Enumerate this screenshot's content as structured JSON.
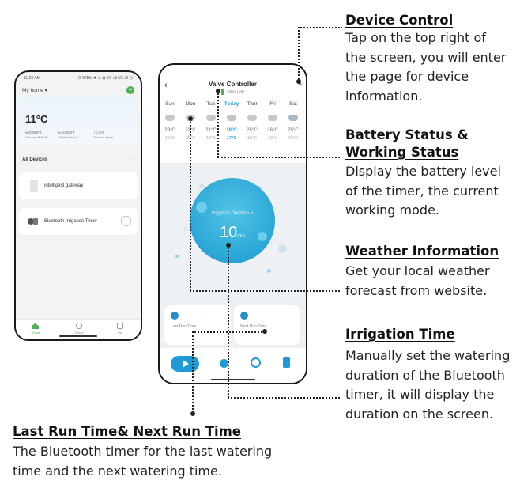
{
  "phone_home": {
    "status_time": "11:23 AM",
    "status_right": "0.4KB/s ✱ ⊙ ⊠ 5G ull 5G ull ⊡",
    "home_label": "My home",
    "weather_temp": "11°C",
    "stats": [
      {
        "value": "Excellent",
        "label": "Outdoor PM2.5"
      },
      {
        "value": "Excellent",
        "label": "Outdoor Air Q..."
      },
      {
        "value": "70.5%",
        "label": "Outdoor Humi..."
      }
    ],
    "all_devices_label": "All Devices",
    "devices": [
      "intelligent gateway",
      "Bluetooth Irrigation Timer"
    ],
    "tabs": [
      "Home",
      "Scene",
      "Me"
    ]
  },
  "phone_valve": {
    "title": "Valve Controller",
    "battery_text": "100%",
    "mode_text": "idle",
    "days": [
      {
        "name": "Sun",
        "hi": "29°C",
        "lo": "19°C"
      },
      {
        "name": "Mon",
        "hi": "23°C",
        "lo": "20°C"
      },
      {
        "name": "Tue",
        "hi": "21°C",
        "lo": "18°C"
      },
      {
        "name": "Today",
        "hi": "18°C",
        "lo": "17°C"
      },
      {
        "name": "Thur",
        "hi": "25°C",
        "lo": "19°C"
      },
      {
        "name": "Fri",
        "hi": "26°C",
        "lo": "19°C"
      },
      {
        "name": "Sat",
        "hi": "25°C",
        "lo": "19°C"
      }
    ],
    "duration_label": "Irrigation Duration >",
    "duration_value": "10",
    "duration_unit": "min",
    "last_run_label": "Last Run Time",
    "last_run_value": "--",
    "next_run_label": "Next Run Time",
    "next_run_value": "--"
  },
  "annotations": {
    "device_control": {
      "title": "Device Control",
      "lines": [
        "Tap on the top right of",
        "the screen, you will enter",
        "the page for device",
        "information."
      ]
    },
    "battery_status": {
      "title_lines": [
        "Battery Status &",
        "Working Status"
      ],
      "lines": [
        "Display the battery level",
        "of the timer, the current",
        "working mode."
      ]
    },
    "weather_info": {
      "title": "Weather Information",
      "lines": [
        "Get your local weather",
        "forecast from website."
      ]
    },
    "irrigation_time": {
      "title": "Irrigation Time",
      "lines": [
        "Manually set the watering",
        "duration of the Bluetooth",
        "timer, it will display the",
        "duration on the screen."
      ]
    },
    "run_time": {
      "title": "Last Run Time& Next Run Time",
      "lines": [
        "The Bluetooth timer for the last watering",
        "time and the next watering time."
      ]
    }
  }
}
